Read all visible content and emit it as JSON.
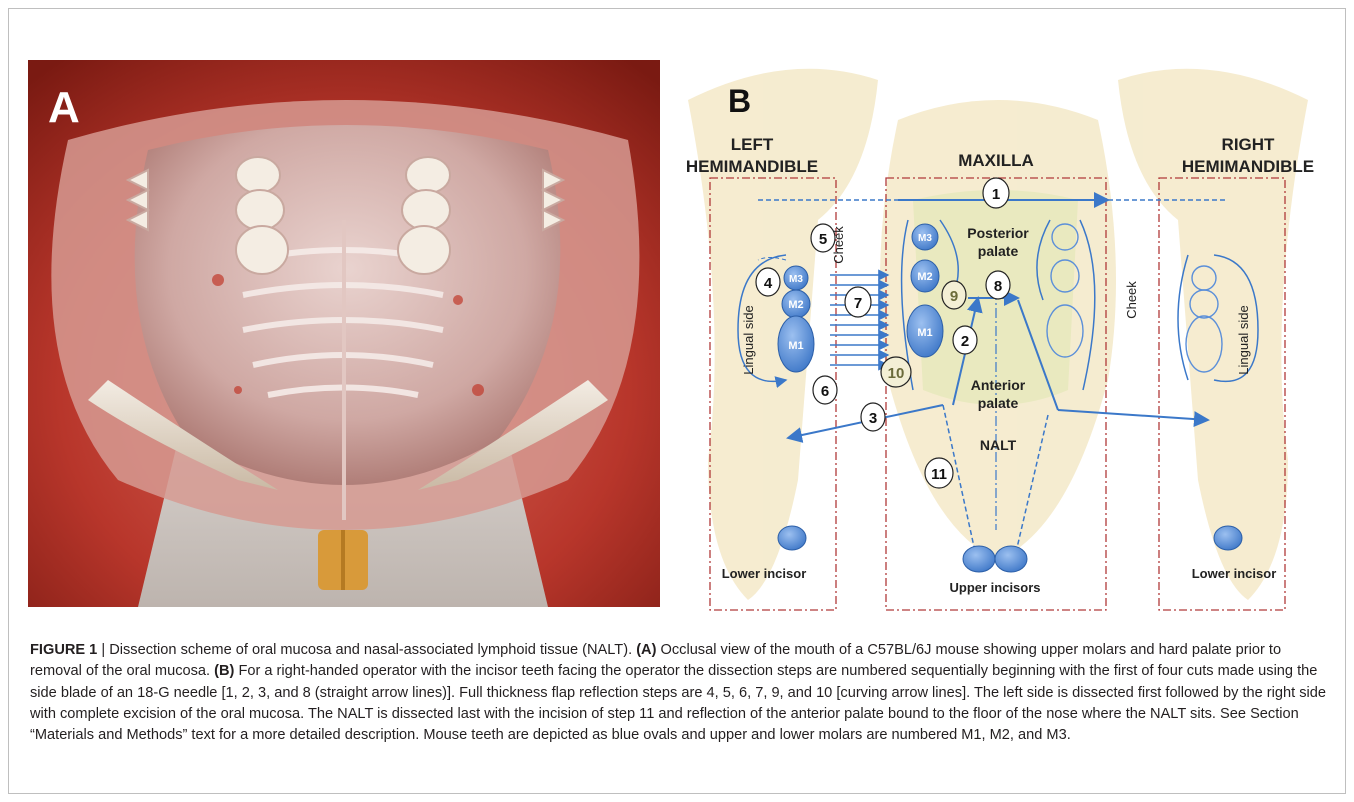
{
  "panel_a": {
    "label": "A"
  },
  "panel_b": {
    "label": "B",
    "left_title_1": "LEFT",
    "left_title_2": "HEMIMANDIBLE",
    "center_title": "MAXILLA",
    "right_title_1": "RIGHT",
    "right_title_2": "HEMIMANDIBLE",
    "posterior_1": "Posterior",
    "posterior_2": "palate",
    "anterior_1": "Anterior",
    "anterior_2": "palate",
    "nalt": "NALT",
    "cheek": "Cheek",
    "lingual_side": "Lingual side",
    "lower_incisor": "Lower incisor",
    "upper_incisors": "Upper incisors",
    "m1": "M1",
    "m2": "M2",
    "m3": "M3",
    "step_1": "1",
    "step_2": "2",
    "step_3": "3",
    "step_4": "4",
    "step_5": "5",
    "step_6": "6",
    "step_7": "7",
    "step_8": "8",
    "step_9": "9",
    "step_10": "10",
    "step_11": "11"
  },
  "caption": {
    "figure_label": "FIGURE 1",
    "separator": " | ",
    "intro": "Dissection scheme of oral mucosa and nasal-associated lymphoid tissue (NALT). ",
    "a_label": "(A)",
    "a_text": " Occlusal view of the mouth of a C57BL/6J mouse showing upper molars and hard palate prior to removal of the oral mucosa. ",
    "b_label": "(B)",
    "b_text": " For a right-handed operator with the incisor teeth facing the operator the dissection steps are numbered sequentially beginning with the first of four cuts made using the side blade of an 18-G needle [1, 2, 3, and 8 (straight arrow lines)]. Full thickness flap reflection steps are 4, 5, 6, 7, 9, and 10 [curving arrow lines]. The left side is dissected first followed by the right side with complete excision of the oral mucosa. The NALT is dissected last with the incision of step 11 and reflection of the anterior palate bound to the floor of the nose where the NALT sits. See Section “Materials and Methods” text for a more detailed description. Mouse teeth are depicted as blue ovals and upper and lower molars are numbered M1, M2, and M3."
  },
  "colors": {
    "accent_blue": "#3b78c9",
    "tooth_blue": "#5b8fd9",
    "bone": "#f1e4bd",
    "box_red": "#b03a3a"
  }
}
